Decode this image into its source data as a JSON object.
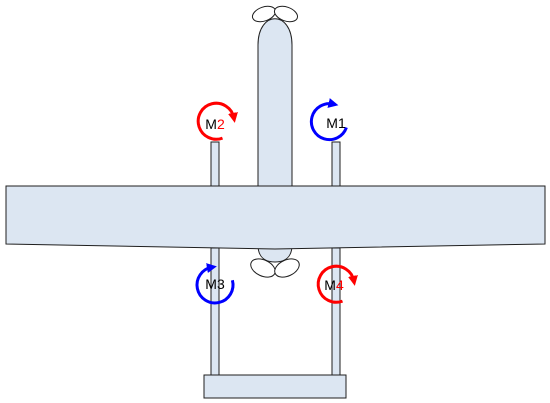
{
  "colors": {
    "airframe_fill": "#dce6f2",
    "outline": "#1f1f1f",
    "cw": "#ff0000",
    "ccw": "#0000ff",
    "label_text": "#000000"
  },
  "motors": [
    {
      "id": "m1",
      "prefix": "M",
      "number": "1",
      "number_color": "#000000",
      "rotation": "counter-clockwise",
      "ring_color": "#0000ff"
    },
    {
      "id": "m2",
      "prefix": "M",
      "number": "2",
      "number_color": "#ff0000",
      "rotation": "clockwise",
      "ring_color": "#ff0000"
    },
    {
      "id": "m3",
      "prefix": "M",
      "number": "3",
      "number_color": "#000000",
      "rotation": "counter-clockwise",
      "ring_color": "#0000ff"
    },
    {
      "id": "m4",
      "prefix": "M",
      "number": "4",
      "number_color": "#ff0000",
      "rotation": "clockwise",
      "ring_color": "#ff0000"
    }
  ]
}
